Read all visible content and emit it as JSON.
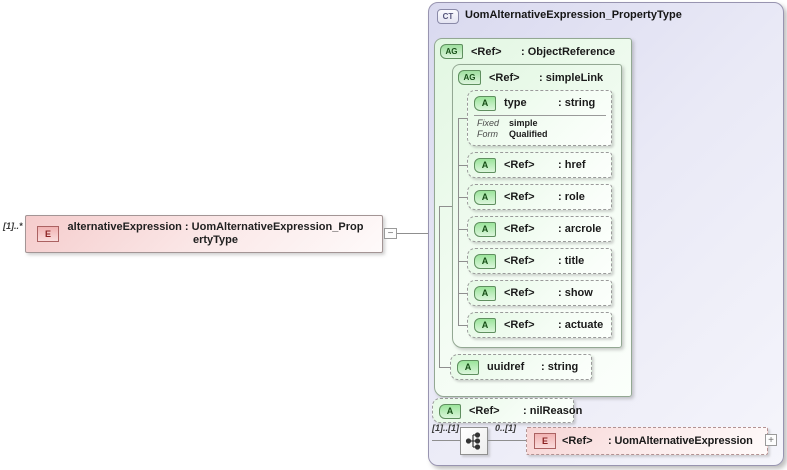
{
  "icons": {
    "complex_type": "CT",
    "attribute_group": "AG",
    "attribute": "A",
    "element": "E",
    "collapse": "−",
    "expand": "+"
  },
  "colors": {
    "element_pink": "#f5cccc",
    "attribute_green": "#e6f9e6",
    "complex_type_lavender": "#d9d9ef",
    "border_gray": "#9a9a9a"
  },
  "element": {
    "cardinality": "[1]..*",
    "label": "alternativeExpression : UomAlternativeExpression_PropertyType"
  },
  "complex_type": {
    "title": "UomAlternativeExpression_PropertyType",
    "object_reference": {
      "name": "<Ref>",
      "type": ": ObjectReference",
      "simple_link": {
        "name": "<Ref>",
        "type": ": simpleLink",
        "attributes": [
          {
            "name": "type",
            "type": ": string",
            "facets": [
              {
                "label": "Fixed",
                "value": "simple"
              },
              {
                "label": "Form",
                "value": "Qualified"
              }
            ]
          },
          {
            "name": "<Ref>",
            "type": ": href"
          },
          {
            "name": "<Ref>",
            "type": ": role"
          },
          {
            "name": "<Ref>",
            "type": ": arcrole"
          },
          {
            "name": "<Ref>",
            "type": ": title"
          },
          {
            "name": "<Ref>",
            "type": ": show"
          },
          {
            "name": "<Ref>",
            "type": ": actuate"
          }
        ]
      },
      "uuidref": {
        "name": "uuidref",
        "type": ": string"
      }
    },
    "nil_reason": {
      "name": "<Ref>",
      "type": ": nilReason"
    },
    "content_model": {
      "compositor": "sequence",
      "cardinality": "[1]..[1]",
      "child_cardinality": "0..[1]",
      "element_ref": {
        "name": "<Ref>",
        "type": ": UomAlternativeExpression"
      }
    }
  }
}
